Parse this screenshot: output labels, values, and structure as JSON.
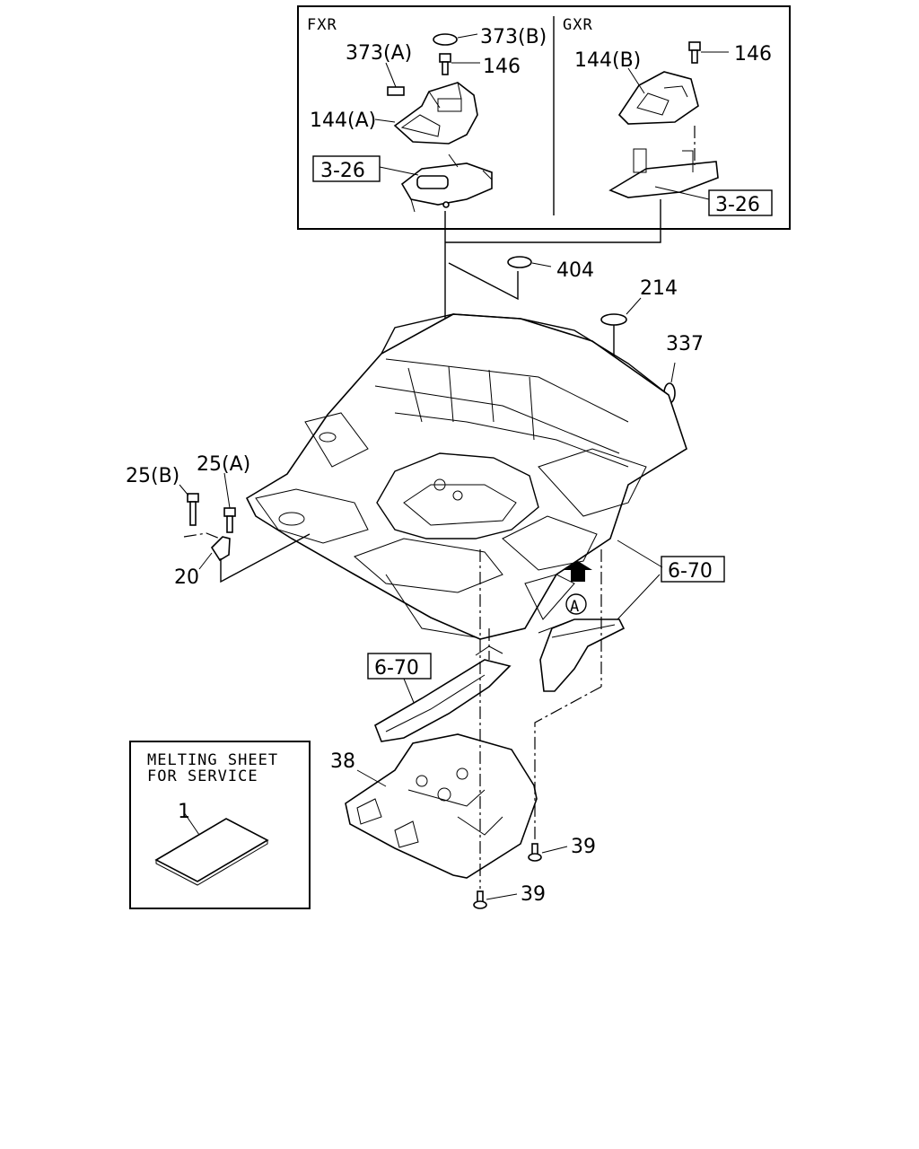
{
  "variants": {
    "left": "FXR",
    "right": "GXR"
  },
  "callouts": {
    "c373b": "373(B)",
    "c373a": "373(A)",
    "c146_fxr": "146",
    "c144a": "144(A)",
    "c144b": "144(B)",
    "c146_gxr": "146",
    "c404": "404",
    "c214": "214",
    "c337": "337",
    "c25b": "25(B)",
    "c25a": "25(A)",
    "c20": "20",
    "c38": "38",
    "c39_right": "39",
    "c39_bottom": "39",
    "c1": "1",
    "view_a": "A"
  },
  "references": {
    "ref_3_26_fxr": "3-26",
    "ref_3_26_gxr": "3-26",
    "ref_6_70_right": "6-70",
    "ref_6_70_left": "6-70"
  },
  "service_box": {
    "line1": "MELTING SHEET",
    "line2": "FOR SERVICE"
  }
}
